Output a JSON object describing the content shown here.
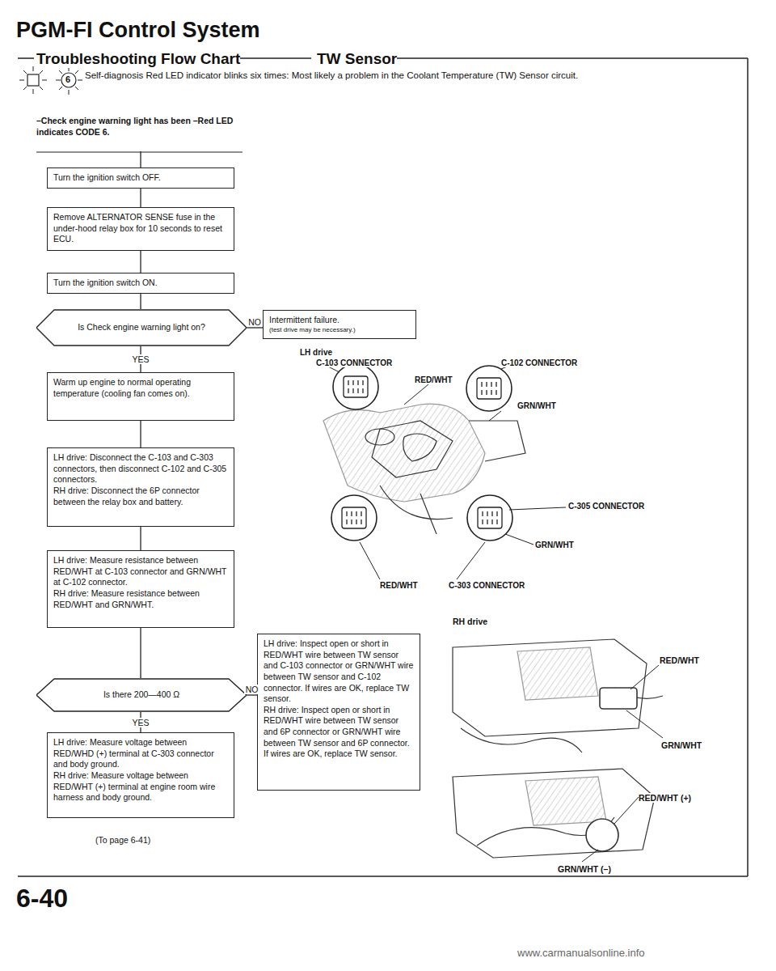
{
  "diagram": {
    "title": "PGM-FI Control System",
    "nodes": [
      {
        "text": [
          "–Check engine warning light has been –Red LED indicates CODE 6."
        ]
      },
      {
        "text": [
          "Turn the ignition switch OFF."
        ]
      },
      {
        "text": [
          "Remove ALTERNATOR SENSE fuse in the under-hood relay box for 10 seconds to reset ECU."
        ]
      },
      {
        "text": [
          "Turn the ignition switch ON."
        ]
      },
      {
        "text": [
          "Is Check engine warning light on?"
        ]
      },
      {
        "text": [
          "Intermittent failure.",
          "(test drive may be necessary.)"
        ]
      },
      {
        "text": [
          "Warm up engine to normal operating temperature (cooling fan comes on)."
        ]
      },
      {
        "text": [
          "LH drive: Disconnect the C-103 and C-303 connectors, then disconnect C-102 and C-305 connectors.",
          "RH drive: Disconnect the 6P connector between the relay box and battery."
        ]
      },
      {
        "text": [
          "LH drive: Measure resistance between RED/WHT at C-103 connector and GRN/WHT at C-102 connector.",
          "RH drive: Measure resistance between RED/WHT and GRN/WHT."
        ]
      },
      {
        "text": [
          "Is there 200—400 Ω"
        ]
      },
      {
        "text": [
          "LH drive: Inspect open or short in RED/WHT wire between TW sensor and C-103 connector or GRN/WHT wire between TW sensor and C-102 connector. If wires are OK, replace TW sensor.",
          "RH drive: Inspect open or short in RED/WHT wire between TW sensor and 6P connector or GRN/WHT wire between TW sensor and 6P connector. If wires are OK, replace TW sensor."
        ]
      },
      {
        "text": [
          "LH drive: Measure voltage between RED/WHD (+) terminal at C-303 connector and body ground.",
          "RH drive: Measure voltage between RED/WHT (+) terminal at engine room wire harness and body ground."
        ]
      }
    ],
    "edges": [
      {
        "from": 0,
        "to": 1,
        "arrow": "none"
      },
      {
        "from": 1,
        "to": 2,
        "arrow": "none"
      },
      {
        "from": 2,
        "to": 3,
        "arrow": "none"
      },
      {
        "from": 3,
        "to": 4,
        "arrow": "none"
      },
      {
        "from": 4,
        "to": 5,
        "label": "NO",
        "arrow": "none"
      },
      {
        "from": 4,
        "to": 6,
        "label": "YES",
        "arrow": "none"
      },
      {
        "from": 6,
        "to": 7,
        "arrow": "none"
      },
      {
        "from": 7,
        "to": 8,
        "arrow": "none"
      },
      {
        "from": 8,
        "to": 9,
        "arrow": "none"
      },
      {
        "from": 9,
        "to": 10,
        "label": "NO",
        "arrow": "none"
      },
      {
        "from": 9,
        "to": 11,
        "label": "YES",
        "arrow": "none"
      }
    ],
    "labels": [
      "Troubleshooting Flow Chart",
      "TW Sensor",
      "6",
      "Self-diagnosis Red LED indicator blinks six times: Most likely a problem in the Coolant Temperature (TW) Sensor circuit.",
      "LH drive",
      "C-103 CONNECTOR",
      "C-102 CONNECTOR",
      "RED/WHT",
      "GRN/WHT",
      "C-305 CONNECTOR",
      "GRN/WHT",
      "RED/WHT",
      "C-303 CONNECTOR",
      "RH drive",
      "RED/WHT",
      "GRN/WHT",
      "RED/WHT (+)",
      "GRN/WHT (–)",
      "(To page 6-41)",
      "6-40",
      "www.carmanualsonline.info"
    ]
  }
}
